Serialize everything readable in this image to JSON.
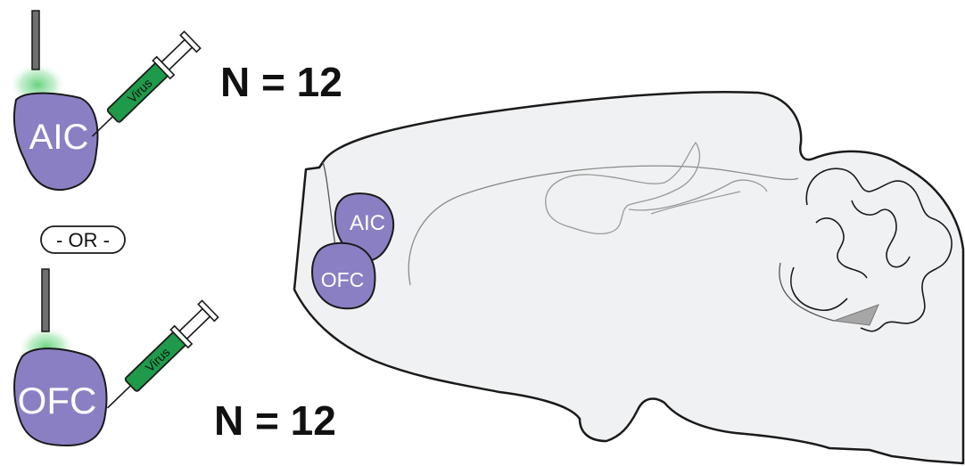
{
  "top_panel": {
    "region_label": "AIC",
    "virus_label": "Virus",
    "n_label": "N = 12"
  },
  "separator": {
    "label": "- OR -"
  },
  "bottom_panel": {
    "region_label": "OFC",
    "virus_label": "Virus",
    "n_label": "N = 12"
  },
  "brain": {
    "aic_label": "AIC",
    "ofc_label": "OFC"
  },
  "colors": {
    "region_fill": "#8b7fc4",
    "syringe_green": "#1e9a4a",
    "glow_green": "#5fd07a",
    "brain_fill": "#f0f1f2",
    "outline": "#1a1a1a"
  }
}
